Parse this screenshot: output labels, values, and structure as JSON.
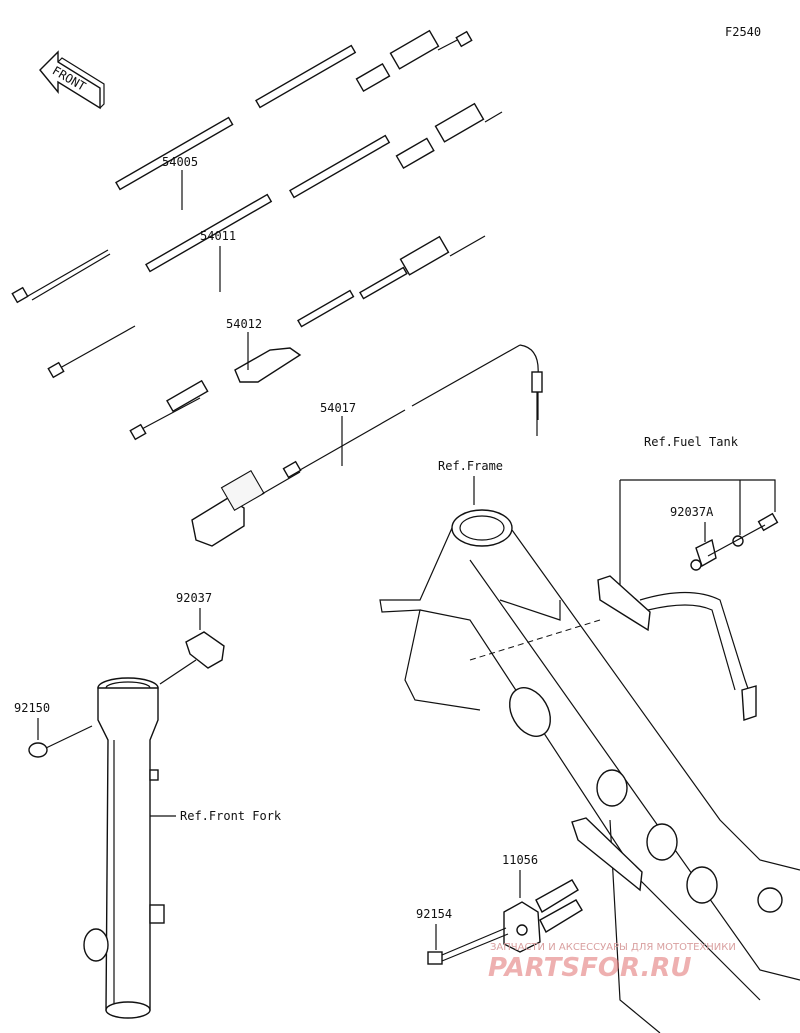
{
  "diagram_code": "F2540",
  "front_arrow_label": "FRONT",
  "parts": {
    "p54005": "54005",
    "p54011": "54011",
    "p54012": "54012",
    "p54017": "54017",
    "p92037": "92037",
    "p92037A": "92037A",
    "p92150": "92150",
    "p11056": "11056",
    "p92154": "92154"
  },
  "references": {
    "frame": "Ref.Frame",
    "fuel_tank": "Ref.Fuel Tank",
    "front_fork": "Ref.Front Fork"
  },
  "watermark": {
    "line1": "ЗАПЧАСТИ И АКСЕССУАРЫ ДЛЯ МОТОТЕХНИКИ",
    "line2": "PARTSFOR.RU",
    "color": "#e8a0a0"
  }
}
